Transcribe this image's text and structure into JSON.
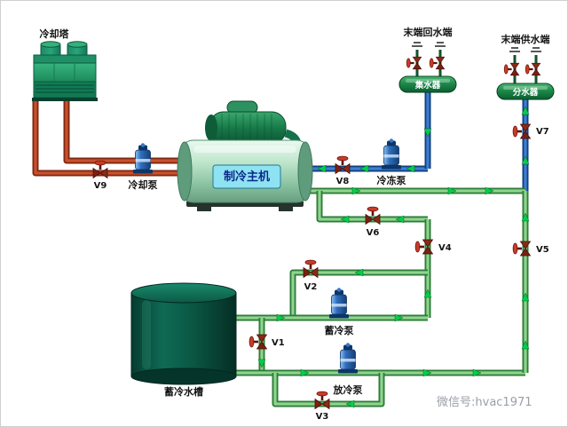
{
  "components": {
    "cooling_tower": {
      "label": "冷却塔"
    },
    "chiller": {
      "label": "制冷主机"
    },
    "storage_tank": {
      "label": "蓄冷水槽"
    },
    "collector": {
      "label": "集水器"
    },
    "distributor": {
      "label": "分水器"
    },
    "terminal_return": {
      "label": "末端回水端"
    },
    "terminal_supply": {
      "label": "末端供水端"
    }
  },
  "pumps": {
    "cooling_pump": {
      "label": "冷却泵"
    },
    "chilled_pump": {
      "label": "冷冻泵"
    },
    "charge_pump": {
      "label": "蓄冷泵"
    },
    "discharge_pump": {
      "label": "放冷泵"
    }
  },
  "valves": {
    "v1": {
      "label": "V1"
    },
    "v2": {
      "label": "V2"
    },
    "v3": {
      "label": "V3"
    },
    "v4": {
      "label": "V4"
    },
    "v5": {
      "label": "V5"
    },
    "v6": {
      "label": "V6"
    },
    "v7": {
      "label": "V7"
    },
    "v8": {
      "label": "V8"
    },
    "v9": {
      "label": "V9"
    }
  },
  "watermark": {
    "text": "微信号:hvac1971"
  },
  "colors": {
    "cooling_water_pipe": "#c9512c",
    "chilled_water_pipe": "#3d7fd0",
    "storage_water_pipe": "#8fd48f",
    "flow_arrow": "#00cf4a",
    "valve_body": "#7a2012",
    "valve_wheel": "#c83c28",
    "pump_body": "#2f6fbe",
    "tank_body": "#0b5a46",
    "chiller_panel": "#8fe2f2"
  }
}
